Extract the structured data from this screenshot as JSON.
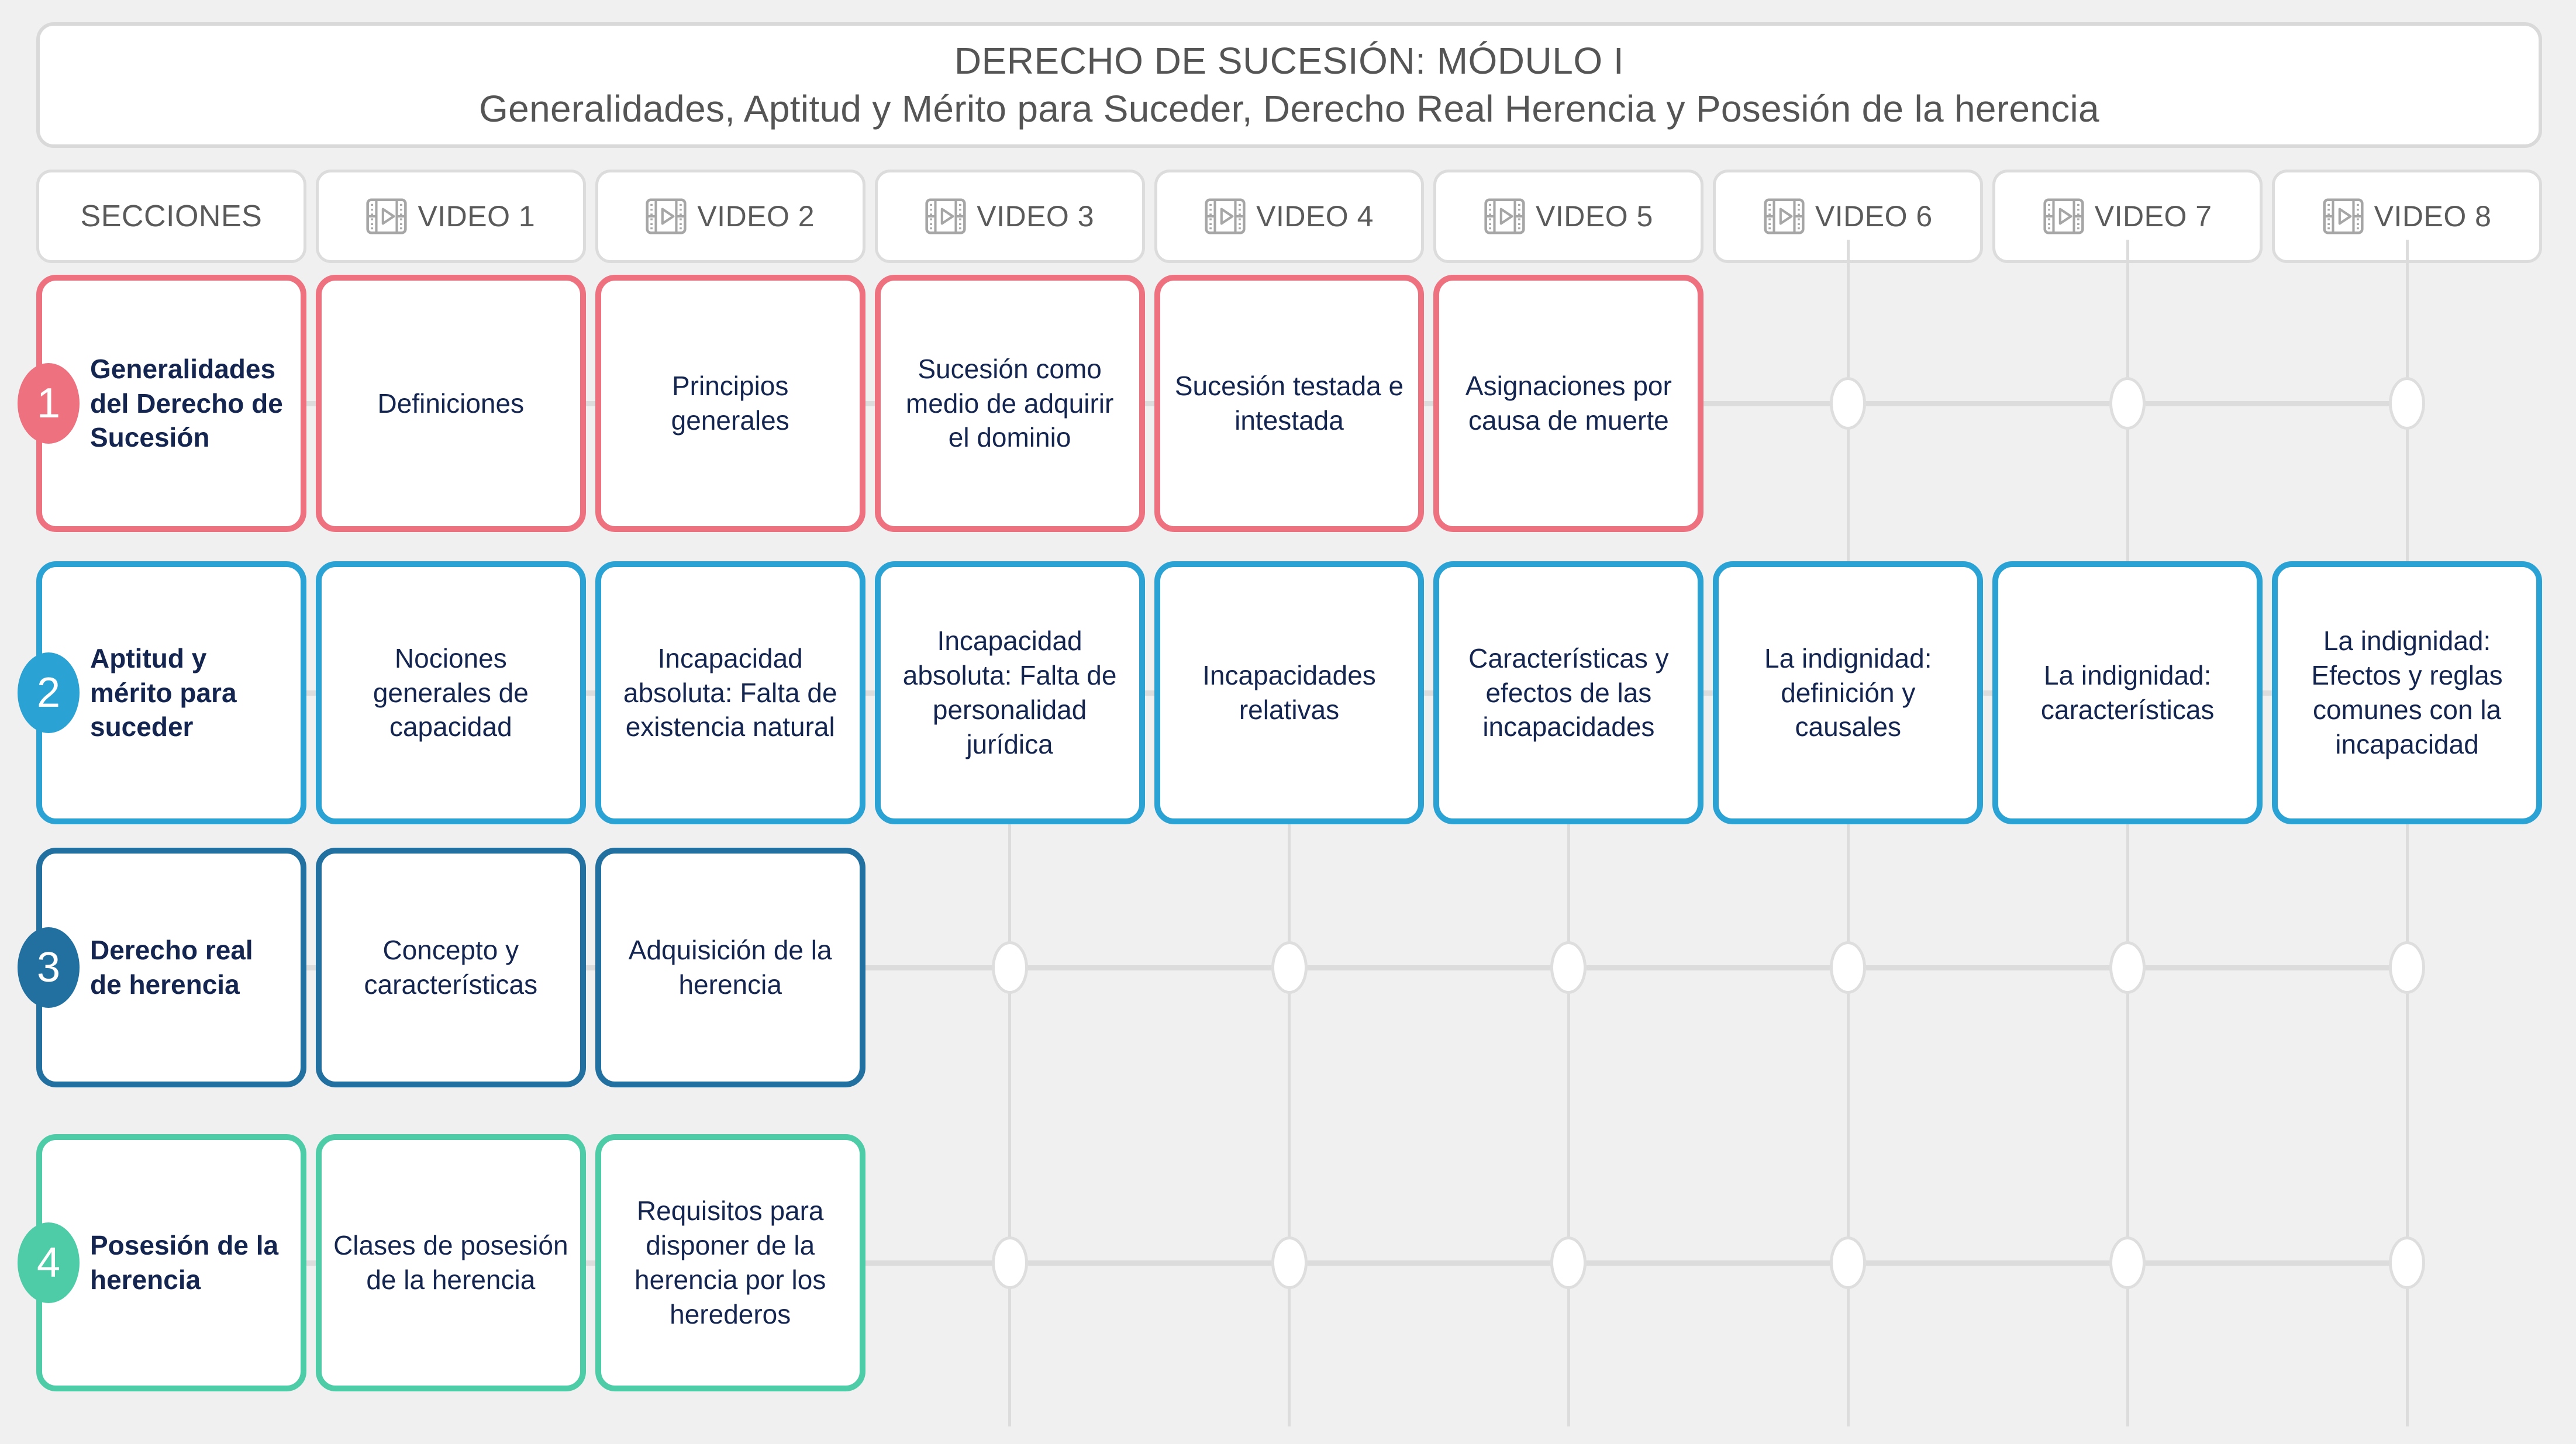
{
  "header": {
    "title_line1": "DERECHO DE SUCESIÓN: MÓDULO I",
    "title_line2": "Generalidades, Aptitud y Mérito para Suceder, Derecho Real Herencia y Posesión de la herencia"
  },
  "tabs": [
    {
      "label": "SECCIONES",
      "icon": null
    },
    {
      "label": "VIDEO 1",
      "icon": "film-play-icon"
    },
    {
      "label": "VIDEO 2",
      "icon": "film-play-icon"
    },
    {
      "label": "VIDEO 3",
      "icon": "film-play-icon"
    },
    {
      "label": "VIDEO 4",
      "icon": "film-play-icon"
    },
    {
      "label": "VIDEO 5",
      "icon": "film-play-icon"
    },
    {
      "label": "VIDEO 6",
      "icon": "film-play-icon"
    },
    {
      "label": "VIDEO 7",
      "icon": "film-play-icon"
    },
    {
      "label": "VIDEO 8",
      "icon": "film-play-icon"
    }
  ],
  "colors": {
    "background": "#F0F0F0",
    "grid": "#DCDCDC",
    "card_text": "#14254F",
    "tab_text": "#5A5A5A",
    "title_text": "#555555",
    "row1": "#EE7180",
    "row2": "#2AA3D4",
    "row3": "#22709F",
    "row4": "#4ECCA8"
  },
  "rows": [
    {
      "number": "1",
      "color": "#EE7180",
      "heading": "Generalidades del Derecho de Sucesión",
      "cards": [
        "Definiciones",
        "Principios generales",
        "Sucesión como medio de adquirir el dominio",
        "Sucesión testada e intestada",
        "Asignaciones por causa de muerte"
      ],
      "empty_slots": 3
    },
    {
      "number": "2",
      "color": "#2AA3D4",
      "heading": "Aptitud y mérito para suceder",
      "cards": [
        "Nociones generales de capacidad",
        "Incapacidad absoluta: Falta de existencia natural",
        "Incapacidad absoluta: Falta de personalidad jurídica",
        "Incapacidades relativas",
        "Características y efectos de las incapacidades",
        "La indignidad: definición y causales",
        "La indignidad: características",
        "La indignidad: Efectos y reglas comunes con la incapacidad"
      ],
      "empty_slots": 0
    },
    {
      "number": "3",
      "color": "#22709F",
      "heading": "Derecho real de herencia",
      "cards": [
        "Concepto y características",
        "Adquisición de la herencia"
      ],
      "empty_slots": 6
    },
    {
      "number": "4",
      "color": "#4ECCA8",
      "heading": "Posesión de la herencia",
      "cards": [
        "Clases de posesión de la herencia",
        "Requisitos para disponer de la herencia por los herederos"
      ],
      "empty_slots": 6
    }
  ]
}
